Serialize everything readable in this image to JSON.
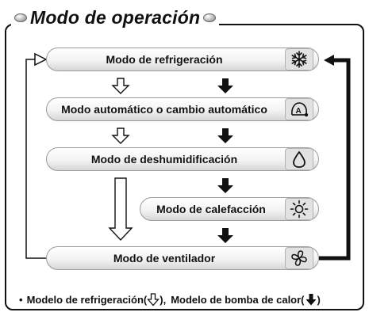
{
  "title": "Modo de operación",
  "modes": {
    "cooling": "Modo de refrigeración",
    "auto": "Modo automático o cambio automático",
    "dry": "Modo de deshumidificación",
    "heating": "Modo de calefacción",
    "fan": "Modo de ventilador"
  },
  "icons": {
    "cooling": "snowflake-icon",
    "auto": "auto-a-icon",
    "dry": "water-drop-icon",
    "heating": "sun-icon",
    "fan": "fan-icon"
  },
  "icon_auto_text": "A",
  "legend": {
    "bullet": "•",
    "cooling_model": "Modelo de refrigeración(",
    "cooling_model_end": "),",
    "heat_pump_model": "Modelo de bomba de calor(",
    "heat_pump_model_end": ")"
  },
  "colors": {
    "line": "#111111",
    "pill_border": "#9a9a9a",
    "badge_bg": "#e2e2e2"
  }
}
